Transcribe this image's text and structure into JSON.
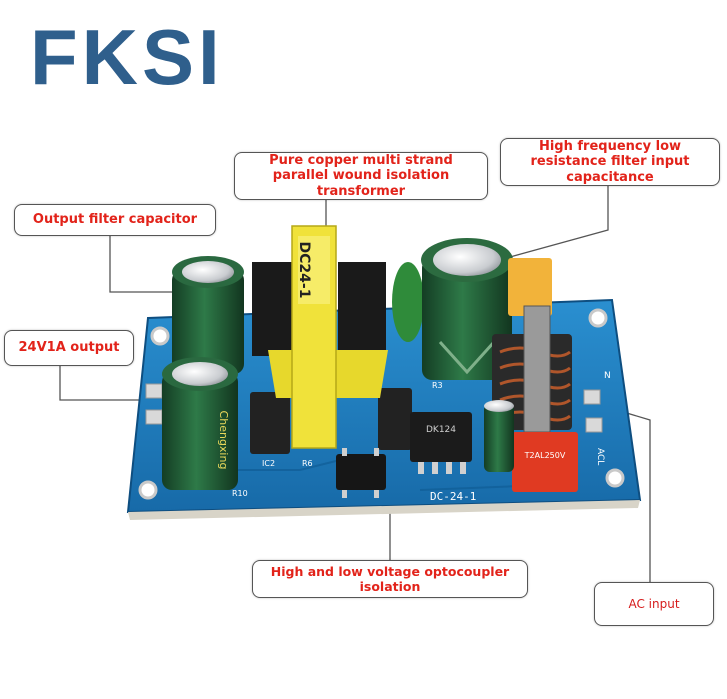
{
  "brand": {
    "logo_text": "FKSI",
    "color": "#2f5f8c"
  },
  "callouts": {
    "transformer": "Pure copper multi strand parallel wound isolation transformer",
    "output_filter_capacitor": "Output filter capacitor",
    "high_freq_capacitor": "High frequency low resistance filter input capacitance",
    "output_spec": "24V1A output",
    "optocoupler": "High and low voltage optocoupler isolation",
    "ac_input": "AC input"
  },
  "board_markings": {
    "transformer_label": "DC24-1",
    "ic_label": "DK124",
    "pcb_label": "DC-24-1",
    "fuse_label": "T2AL250V",
    "capacitor_brand": "Chengxing",
    "ac_label": "ACL",
    "n_label": "N",
    "ic2_label": "IC2",
    "r10_label": "R10",
    "r6_label": "R6",
    "r3_label": "R3"
  },
  "colors": {
    "pcb": "#1e7bbf",
    "capacitor": "#1f5a35",
    "transformer": "#f0e23a",
    "callout_text": "#e2231a",
    "fuse": "#e03a22",
    "yellow_cap": "#f2b33a"
  }
}
